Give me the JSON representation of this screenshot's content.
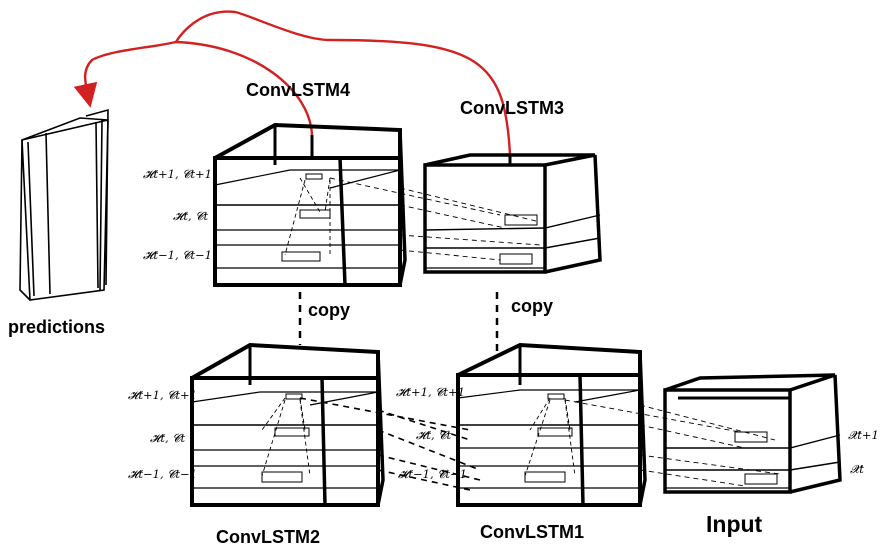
{
  "labels": {
    "predictions": "predictions",
    "convlstm4": "ConvLSTM4",
    "convlstm3": "ConvLSTM3",
    "convlstm2": "ConvLSTM2",
    "convlstm1": "ConvLSTM1",
    "input": "Input",
    "copy_left": "copy",
    "copy_right": "copy"
  },
  "states": {
    "h_t_plus_1": "𝓗t+1, 𝓒t+1",
    "h_t": "𝓗t, 𝓒t",
    "h_t_minus_1": "𝓗t−1, 𝓒t−1",
    "x_t_plus_1": "𝓧t+1",
    "x_t": "𝓧t"
  },
  "colors": {
    "stroke": "#000000",
    "arrow": "#d32020",
    "background": "#ffffff"
  }
}
